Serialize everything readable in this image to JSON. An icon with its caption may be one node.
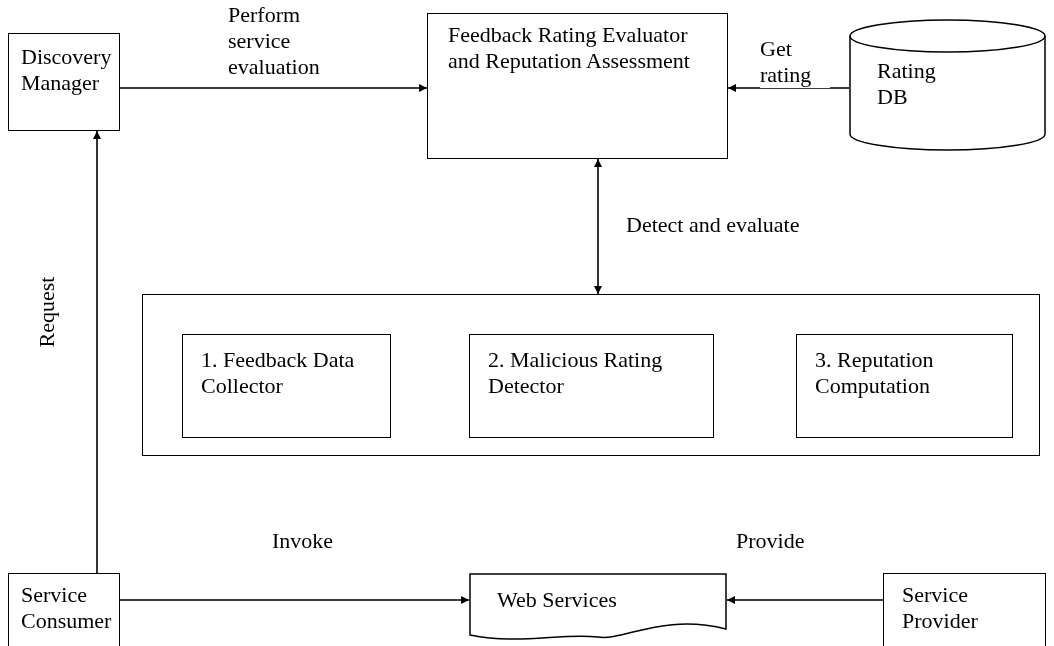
{
  "diagram": {
    "nodes": [
      {
        "text": [
          "Discovery Manager"
        ]
      },
      {
        "text": [
          "Feedback Rating Evaluator and Reputation Assessment"
        ]
      },
      {
        "text": [
          "Rating DB"
        ]
      },
      {
        "text": [],
        "shape": "box"
      },
      {
        "text": [
          "1. Feedback Data Collector"
        ],
        "in": 3
      },
      {
        "text": [
          "2. Malicious Rating Detector"
        ],
        "in": 3
      },
      {
        "text": [
          "3. Reputation Computation"
        ],
        "in": 3
      },
      {
        "text": [
          "Service Consumer"
        ]
      },
      {
        "text": [
          "Web Services"
        ]
      },
      {
        "text": [
          "Service Provider"
        ]
      }
    ],
    "edges": [
      {
        "from": 0,
        "to": 1,
        "arrow": "to",
        "label": "Perform service evaluation"
      },
      {
        "from": 2,
        "to": 1,
        "arrow": "to",
        "label": "Get rating"
      },
      {
        "from": 1,
        "to": 3,
        "arrow": "both",
        "label": "Detect and evaluate"
      },
      {
        "from": 7,
        "to": 0,
        "arrow": "to",
        "label": "Request"
      },
      {
        "from": 7,
        "to": 8,
        "arrow": "to",
        "label": "Invoke"
      },
      {
        "from": 9,
        "to": 8,
        "arrow": "to",
        "label": "Provide"
      }
    ]
  }
}
